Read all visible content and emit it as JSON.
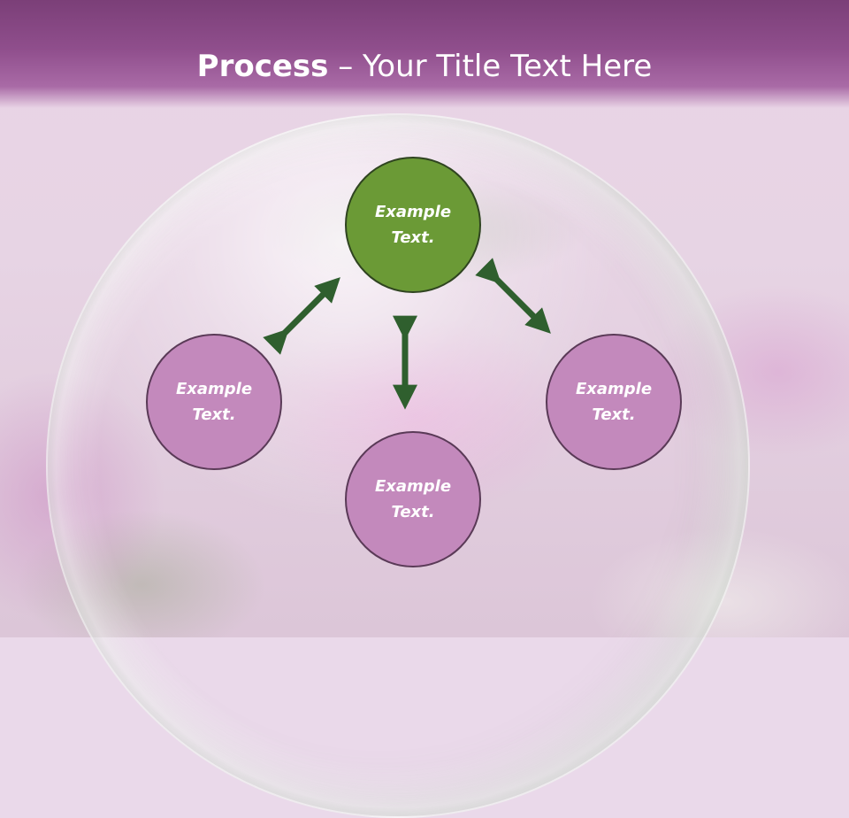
{
  "header": {
    "title_bold": "Process",
    "title_dash": " – ",
    "title_rest": "Your Title Text Here"
  },
  "nodes": {
    "top": "Example Text.",
    "left": "Example Text.",
    "right": "Example Text.",
    "bottom": "Example Text."
  },
  "colors": {
    "header": "#8f4e8c",
    "node_highlight": "#6b9a36",
    "node_default": "#c389bc",
    "arrow": "#2f5f2e"
  }
}
